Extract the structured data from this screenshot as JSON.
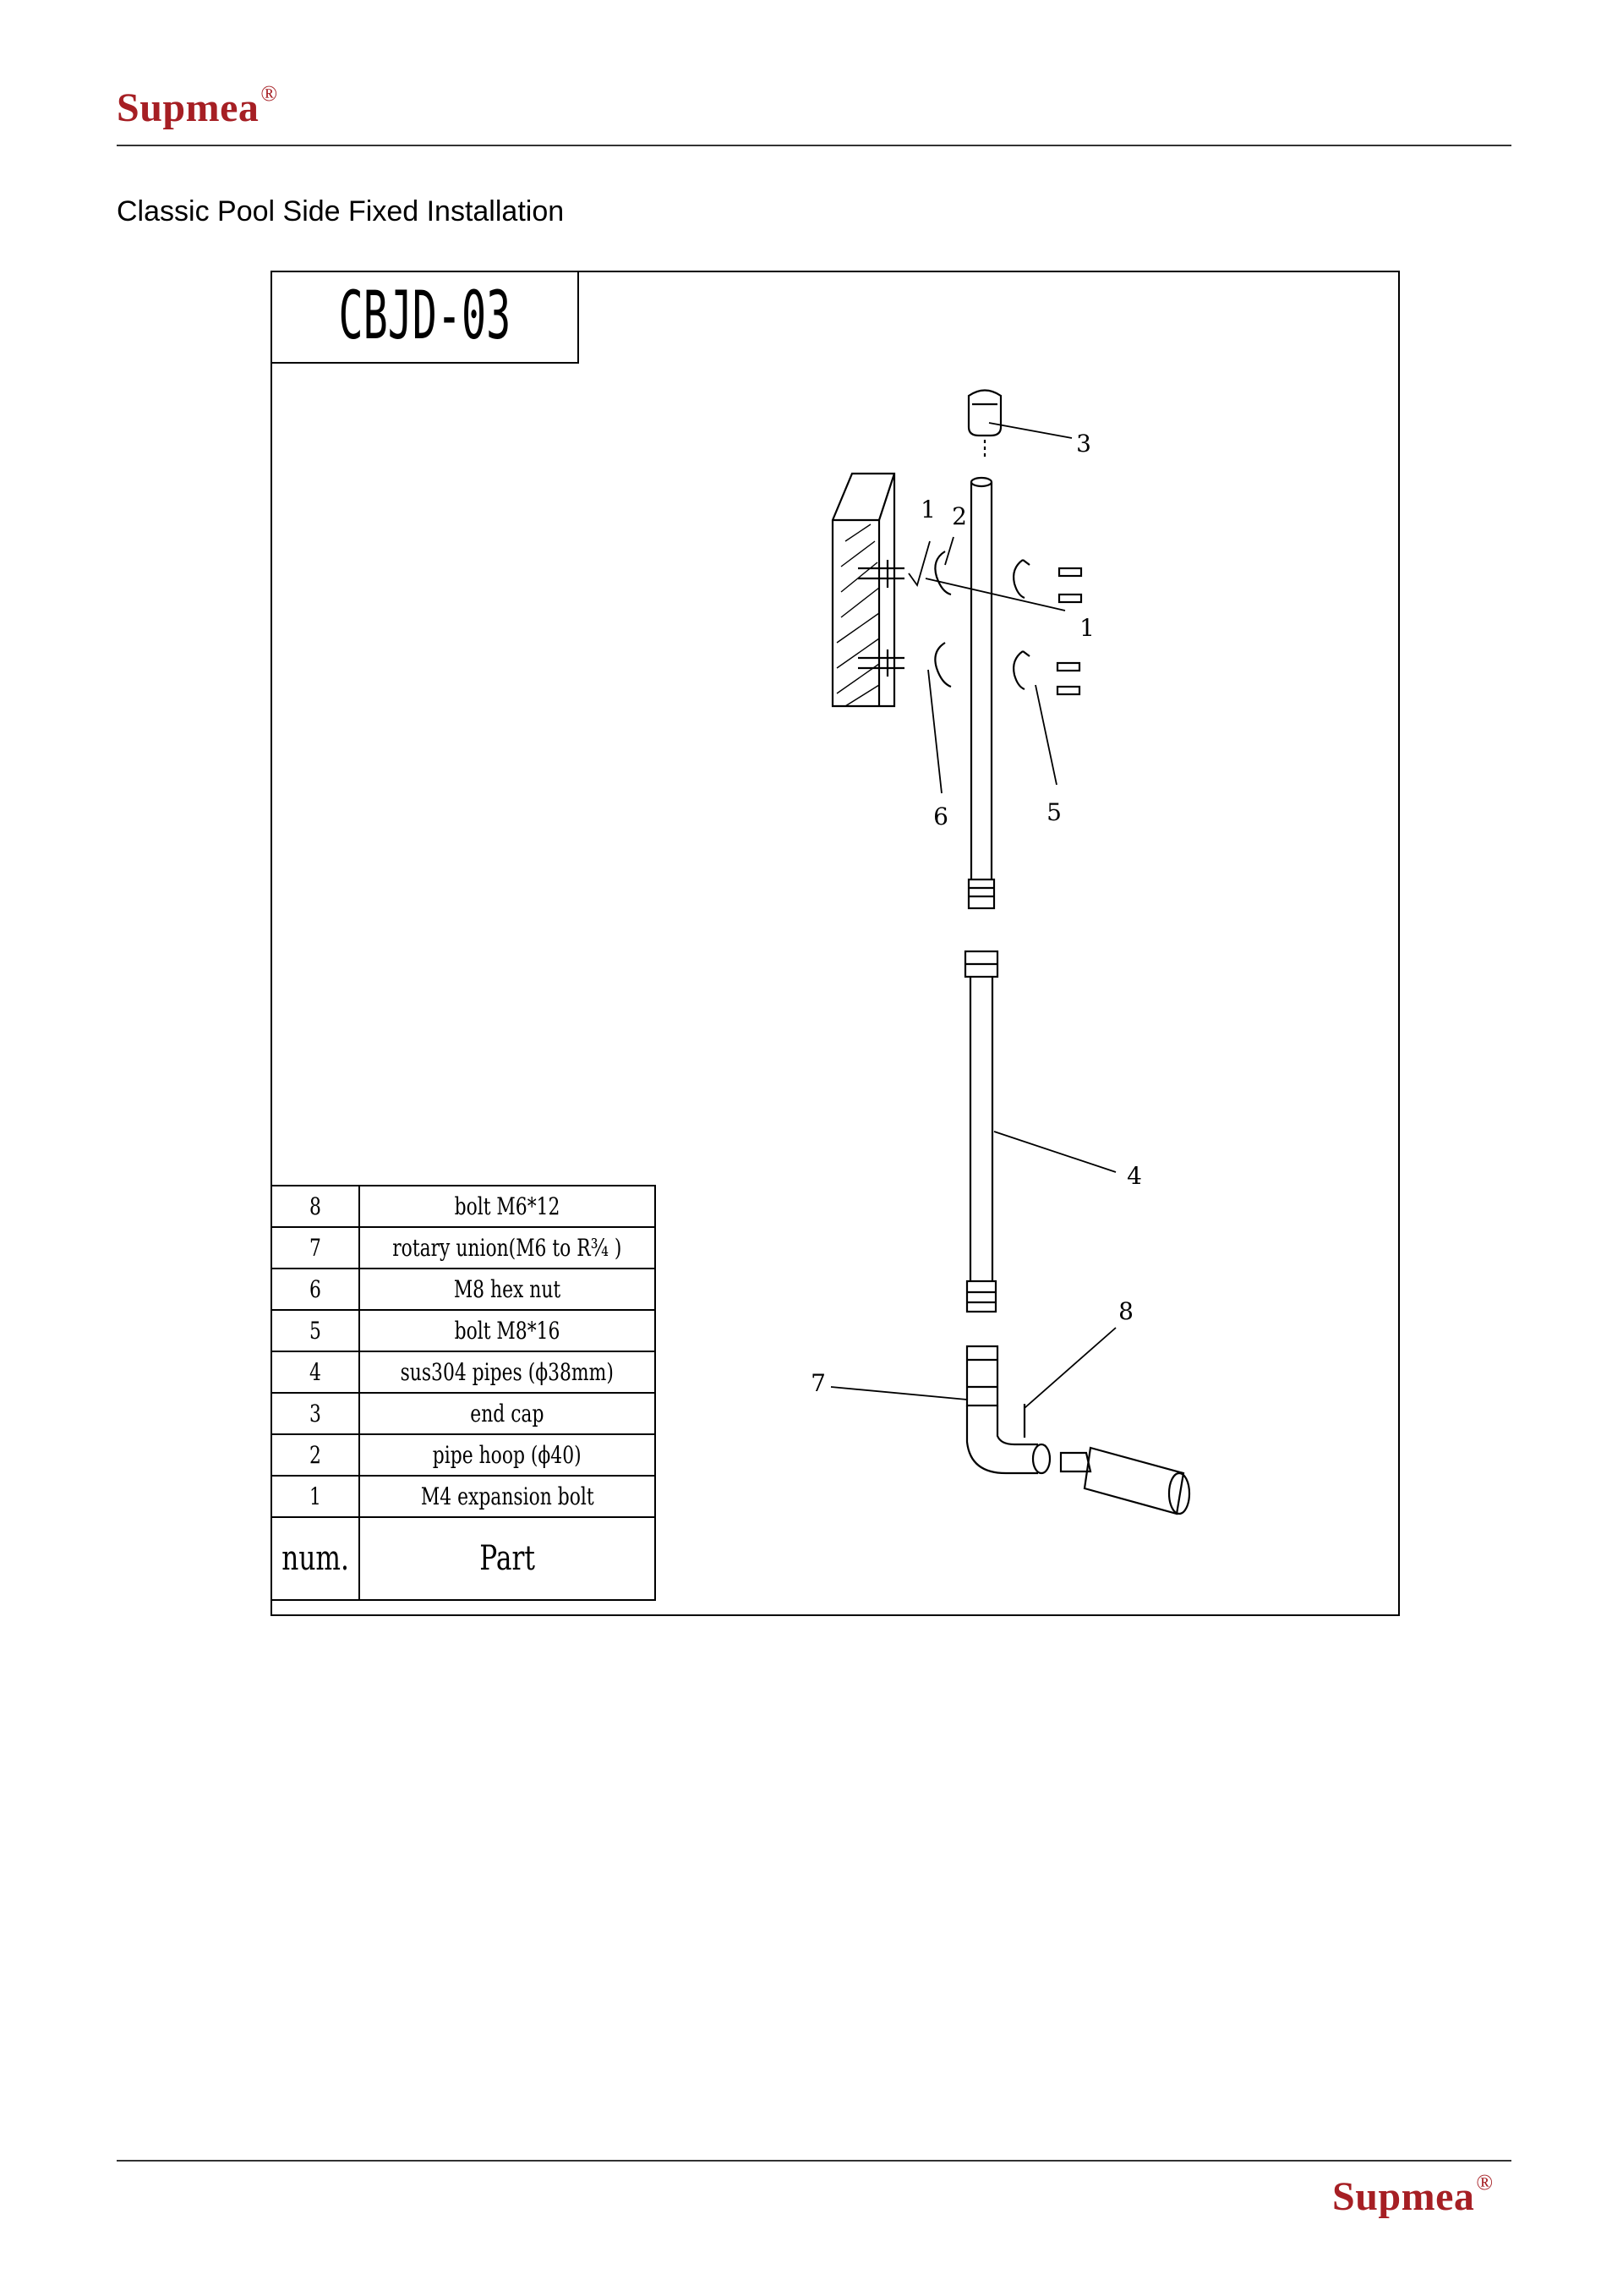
{
  "brand": {
    "name": "Supmea",
    "mark": "®"
  },
  "page_title": "Classic Pool Side Fixed Installation",
  "model": "CBJD-03",
  "parts_table": {
    "header": {
      "num": "num.",
      "part": "Part"
    },
    "rows": [
      {
        "num": "8",
        "part": "bolt  M6*12"
      },
      {
        "num": "7",
        "part": "rotary union(M6 to R¾ )"
      },
      {
        "num": "6",
        "part": "M8 hex nut"
      },
      {
        "num": "5",
        "part": "bolt  M8*16"
      },
      {
        "num": "4",
        "part": "sus304 pipes (ϕ38mm)"
      },
      {
        "num": "3",
        "part": "end cap"
      },
      {
        "num": "2",
        "part": "pipe hoop (ϕ40)"
      },
      {
        "num": "1",
        "part": "M4 expansion bolt"
      }
    ]
  },
  "callouts": {
    "c3": "3",
    "c1a": "1",
    "c2": "2",
    "c1b": "1",
    "c6": "6",
    "c5": "5",
    "c4": "4",
    "c8": "8",
    "c7": "7"
  }
}
